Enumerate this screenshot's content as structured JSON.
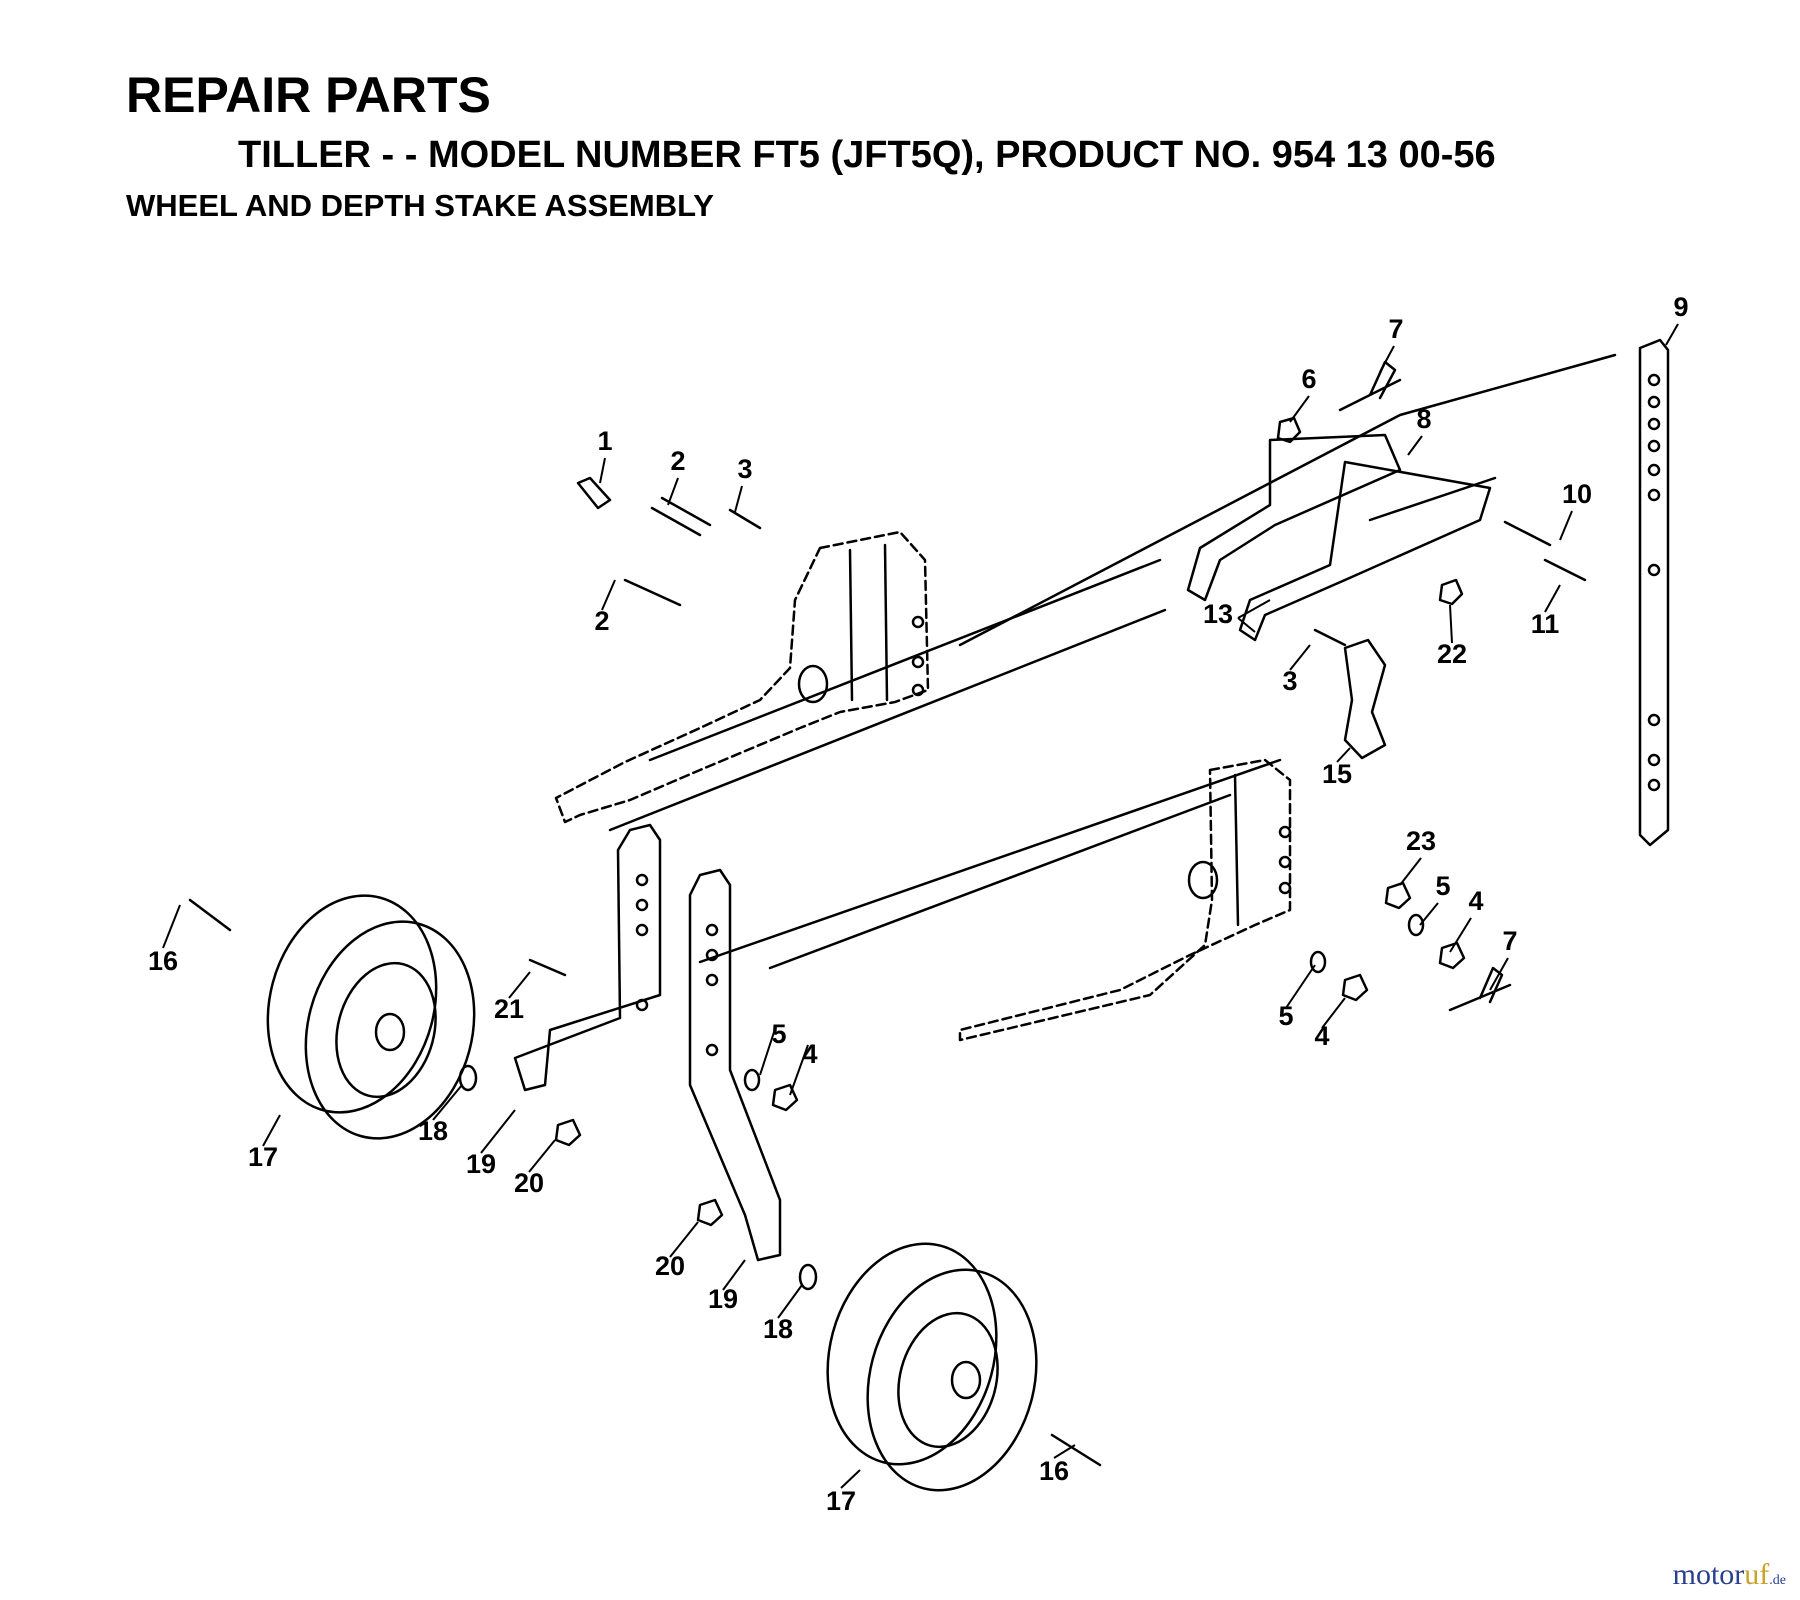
{
  "header": {
    "title": "REPAIR PARTS",
    "subtitle": "TILLER - - MODEL NUMBER FT5 (JFT5Q), PRODUCT NO. 954 13 00-56",
    "section": "WHEEL AND DEPTH STAKE ASSEMBLY"
  },
  "callouts": [
    {
      "id": "c1",
      "label": "1"
    },
    {
      "id": "c2a",
      "label": "2"
    },
    {
      "id": "c2b",
      "label": "2"
    },
    {
      "id": "c3a",
      "label": "3"
    },
    {
      "id": "c3b",
      "label": "3"
    },
    {
      "id": "c4a",
      "label": "4"
    },
    {
      "id": "c4b",
      "label": "4"
    },
    {
      "id": "c4c",
      "label": "4"
    },
    {
      "id": "c5a",
      "label": "5"
    },
    {
      "id": "c5b",
      "label": "5"
    },
    {
      "id": "c5c",
      "label": "5"
    },
    {
      "id": "c6",
      "label": "6"
    },
    {
      "id": "c7a",
      "label": "7"
    },
    {
      "id": "c7b",
      "label": "7"
    },
    {
      "id": "c8",
      "label": "8"
    },
    {
      "id": "c9",
      "label": "9"
    },
    {
      "id": "c10",
      "label": "10"
    },
    {
      "id": "c11",
      "label": "11"
    },
    {
      "id": "c13",
      "label": "13"
    },
    {
      "id": "c15",
      "label": "15"
    },
    {
      "id": "c16a",
      "label": "16"
    },
    {
      "id": "c16b",
      "label": "16"
    },
    {
      "id": "c17a",
      "label": "17"
    },
    {
      "id": "c17b",
      "label": "17"
    },
    {
      "id": "c18a",
      "label": "18"
    },
    {
      "id": "c18b",
      "label": "18"
    },
    {
      "id": "c19a",
      "label": "19"
    },
    {
      "id": "c19b",
      "label": "19"
    },
    {
      "id": "c20a",
      "label": "20"
    },
    {
      "id": "c20b",
      "label": "20"
    },
    {
      "id": "c21",
      "label": "21"
    },
    {
      "id": "c22",
      "label": "22"
    },
    {
      "id": "c23",
      "label": "23"
    }
  ],
  "watermark": {
    "part1": "motor",
    "part2": "uf",
    "part3": ".de"
  }
}
